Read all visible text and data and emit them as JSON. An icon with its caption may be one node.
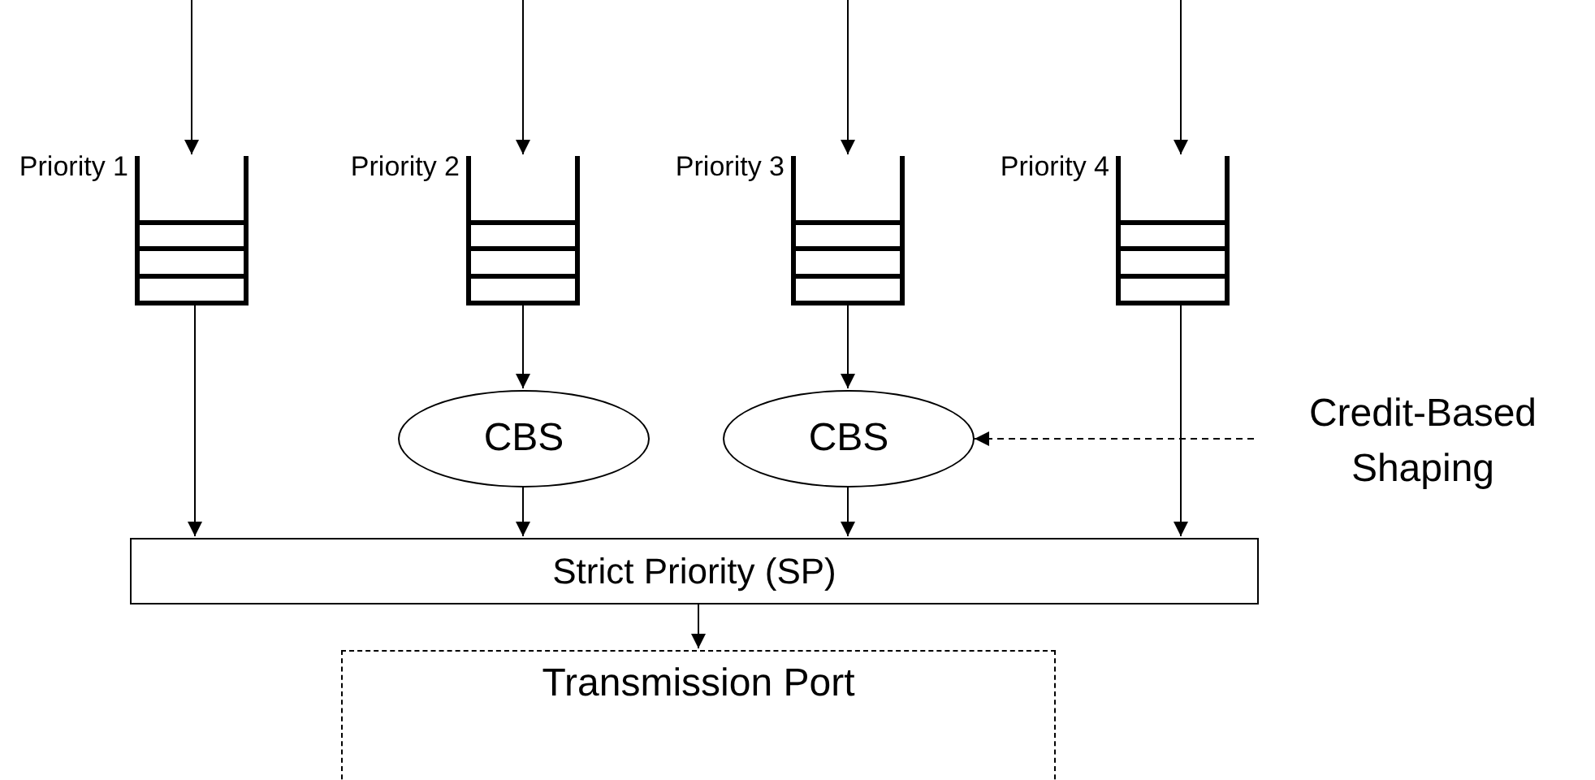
{
  "diagram": {
    "nodes": [
      {
        "text": [],
        "shape": "queue",
        "beside": [
          "Priority 1"
        ]
      },
      {
        "text": [],
        "shape": "queue",
        "beside": [
          "Priority 2"
        ]
      },
      {
        "text": [],
        "shape": "queue",
        "beside": [
          "Priority 3"
        ]
      },
      {
        "text": [],
        "shape": "queue",
        "beside": [
          "Priority 4"
        ]
      },
      {
        "text": [
          "CBS"
        ]
      },
      {
        "text": [
          "CBS"
        ]
      },
      {
        "text": [
          "Credit-Based Shaping"
        ]
      },
      {
        "text": [
          "Strict Priority (SP)"
        ]
      },
      {
        "text": [
          "Transmission Port"
        ]
      }
    ],
    "edges": [
      {
        "from": null,
        "to": 0,
        "arrow": "to"
      },
      {
        "from": null,
        "to": 1,
        "arrow": "to"
      },
      {
        "from": null,
        "to": 2,
        "arrow": "to"
      },
      {
        "from": null,
        "to": 3,
        "arrow": "to"
      },
      {
        "from": 0,
        "to": 7,
        "arrow": "to"
      },
      {
        "from": 1,
        "to": 4,
        "arrow": "to"
      },
      {
        "from": 2,
        "to": 5,
        "arrow": "to"
      },
      {
        "from": 3,
        "to": 7,
        "arrow": "to"
      },
      {
        "from": 4,
        "to": 7,
        "arrow": "to"
      },
      {
        "from": 5,
        "to": 7,
        "arrow": "to"
      },
      {
        "from": 6,
        "to": 5,
        "arrow": "to",
        "style": "dashed"
      },
      {
        "from": 7,
        "to": 8,
        "arrow": "to"
      }
    ]
  }
}
